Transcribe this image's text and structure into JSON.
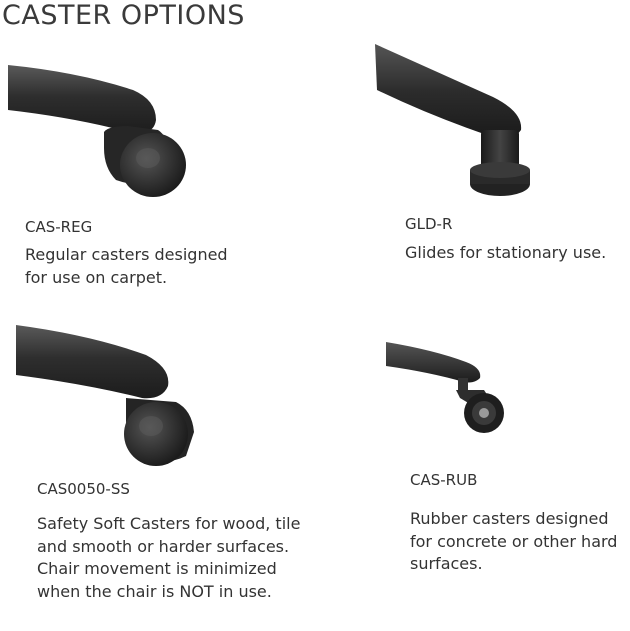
{
  "page": {
    "title": "CASTER OPTIONS"
  },
  "products": [
    {
      "code": "CAS-REG",
      "image_icon": "regular-caster-icon",
      "description_lines": [
        "Regular casters designed",
        "for use on carpet."
      ]
    },
    {
      "code": "GLD-R",
      "image_icon": "glide-icon",
      "description_lines": [
        "Glides for stationary use."
      ]
    },
    {
      "code": "CAS0050-SS",
      "image_icon": "safety-soft-caster-icon",
      "description_lines": [
        "Safety Soft Casters for wood, tile",
        "and smooth or harder surfaces.",
        "Chair movement is minimized",
        "when the chair is NOT in use."
      ]
    },
    {
      "code": "CAS-RUB",
      "image_icon": "rubber-caster-icon",
      "description_lines": [
        "Rubber casters designed",
        "for concrete or other hard",
        "surfaces."
      ]
    }
  ],
  "colors": {
    "product_black": "#2a2a2a",
    "text": "#333333"
  }
}
